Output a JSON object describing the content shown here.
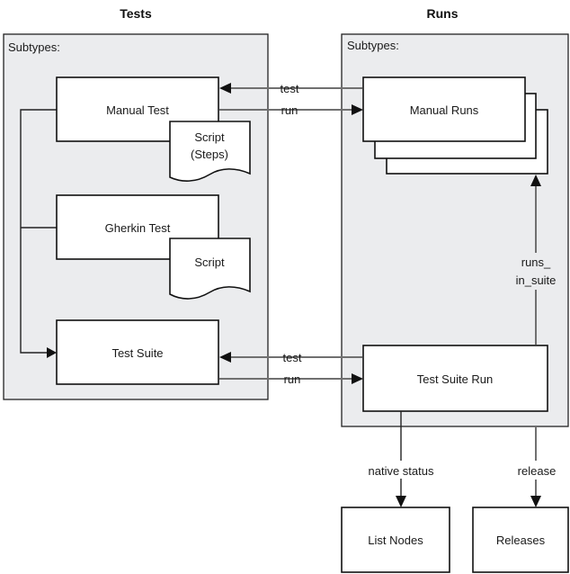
{
  "diagram": {
    "groups": {
      "tests": {
        "title": "Tests",
        "subtitle": "Subtypes:"
      },
      "runs": {
        "title": "Runs",
        "subtitle": "Subtypes:"
      }
    },
    "nodes": {
      "manual_test": "Manual Test",
      "manual_test_script_line1": "Script",
      "manual_test_script_line2": "(Steps)",
      "gherkin_test": "Gherkin Test",
      "gherkin_script": "Script",
      "test_suite": "Test Suite",
      "manual_runs": "Manual Runs",
      "test_suite_run": "Test Suite Run",
      "list_nodes": "List Nodes",
      "releases": "Releases"
    },
    "edges": {
      "manual_test_test": "test",
      "manual_test_run": "run",
      "suite_test": "test",
      "suite_run": "run",
      "runs_in_suite_line1": "runs_",
      "runs_in_suite_line2": "in_suite",
      "native_status": "native status",
      "release": "release"
    }
  }
}
